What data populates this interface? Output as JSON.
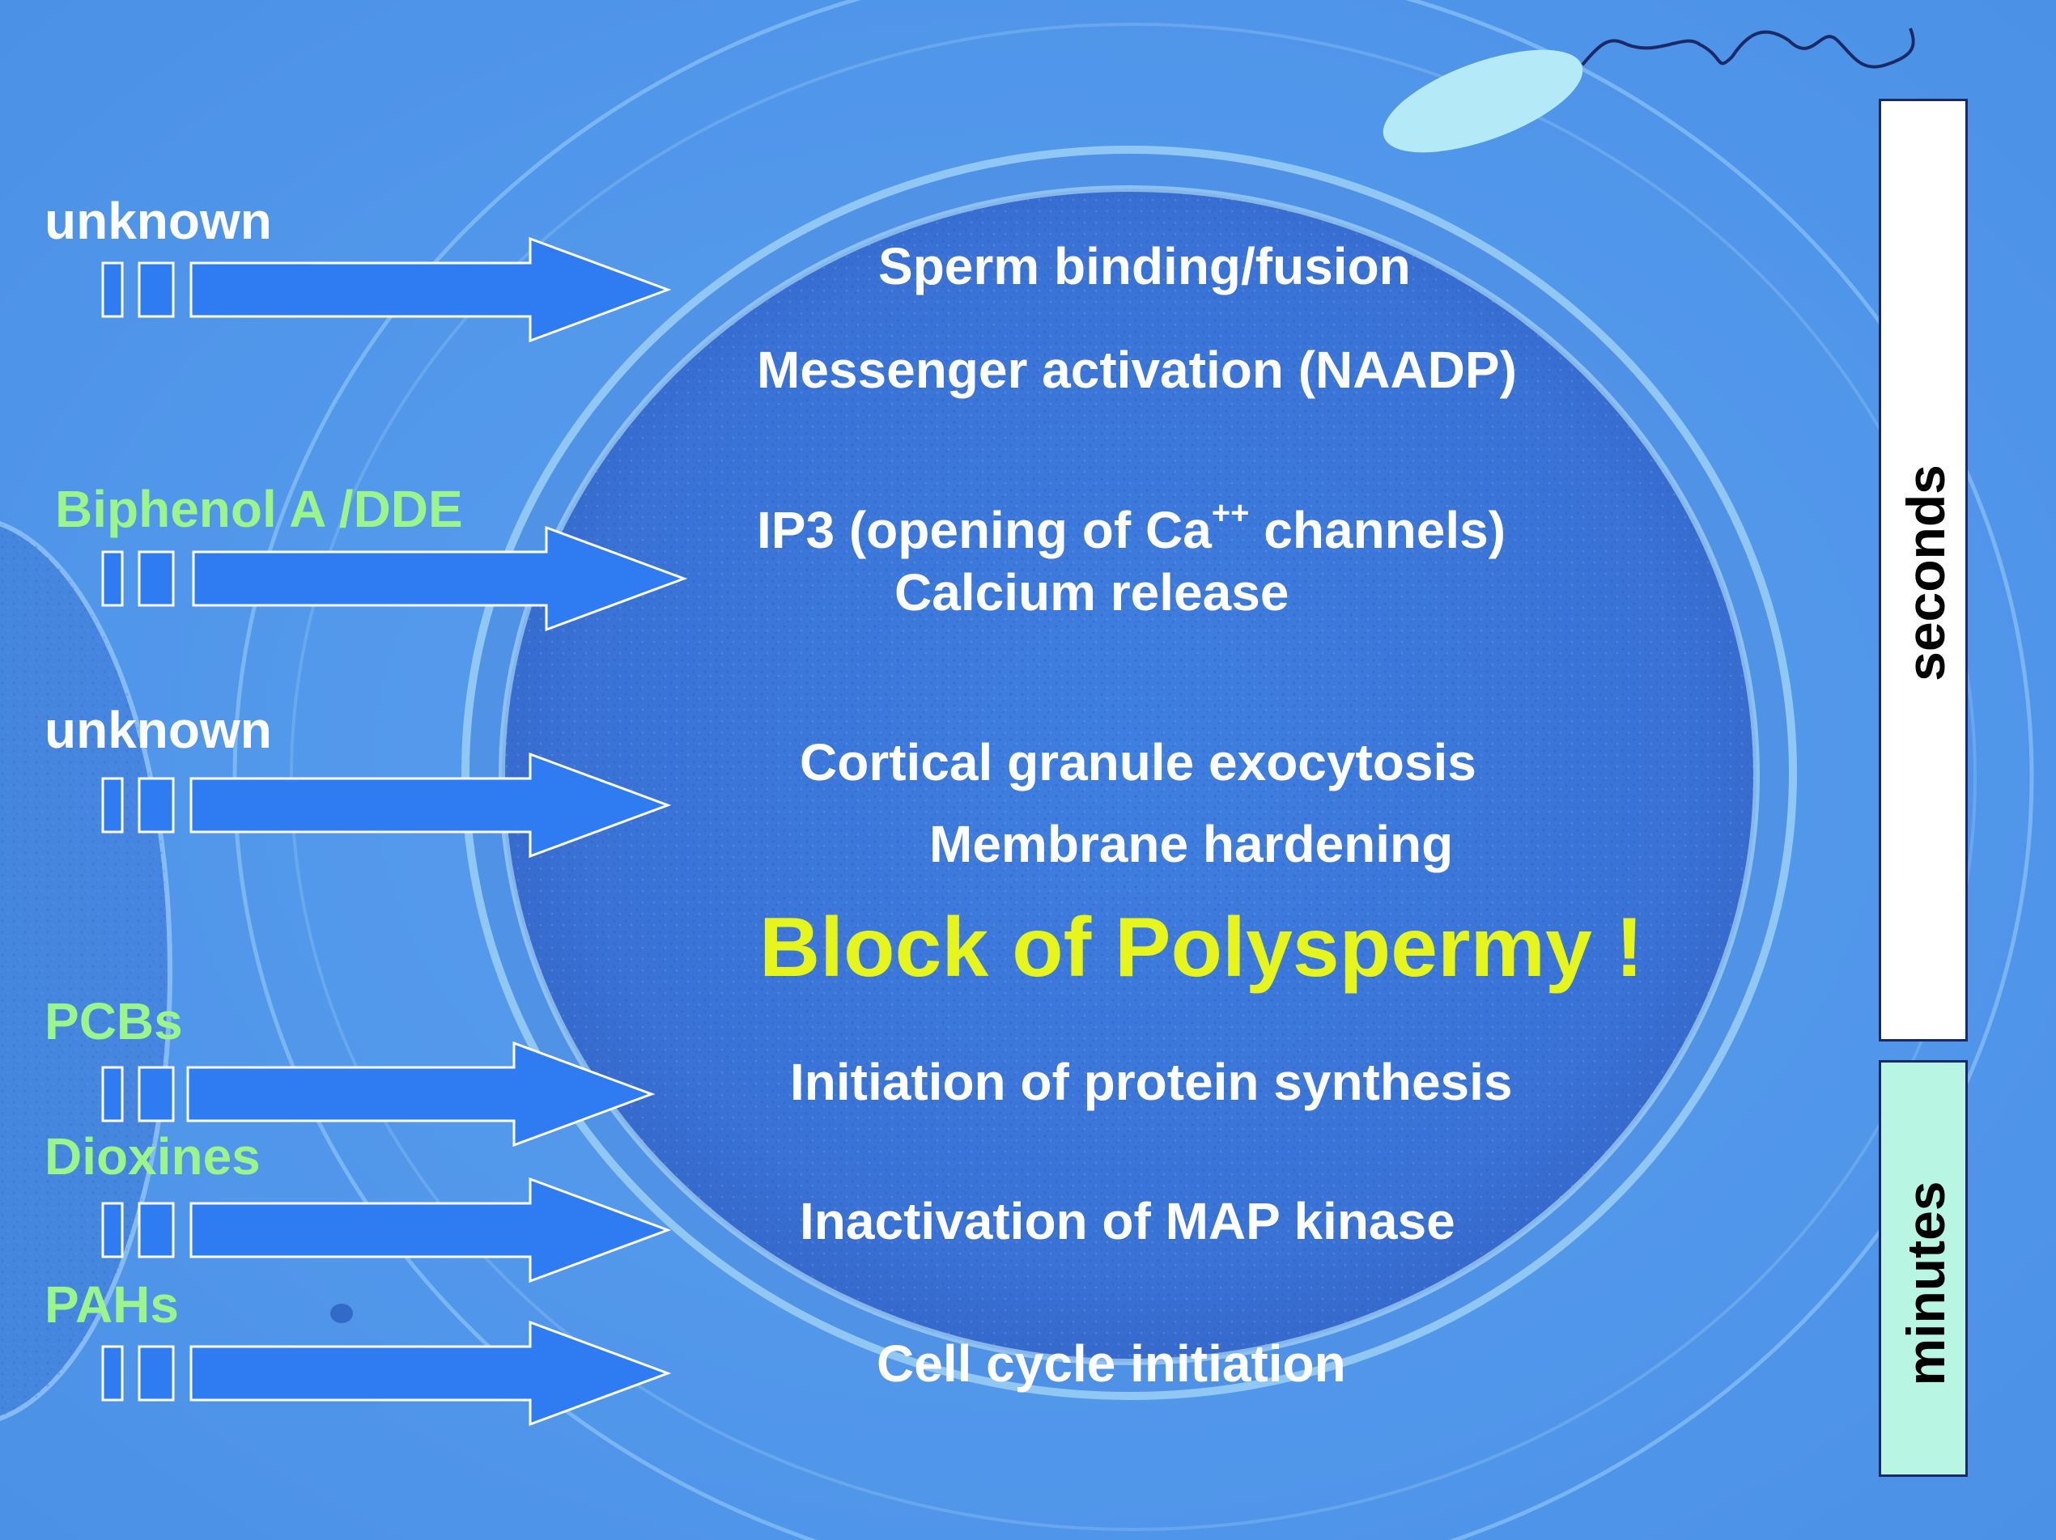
{
  "colors": {
    "background": "#4f97ea",
    "egg": "#3b75d8",
    "arrow_fill": "#2f7bf2",
    "arrow_stroke": "#ffffff",
    "event_text": "#ffffff",
    "agent_unknown": "#ffffff",
    "agent_chemical": "#9cf58a",
    "highlight": "#e6f51c",
    "seconds_bar": "#ffffff",
    "minutes_bar": "#b8f5e2",
    "sperm_head": "#b4eaf8"
  },
  "agents": [
    {
      "text": "unknown",
      "color": "#ffffff"
    },
    {
      "text": "Biphenol A /DDE",
      "color": "#9cf58a"
    },
    {
      "text": "unknown",
      "color": "#ffffff"
    },
    {
      "text": "PCBs",
      "color": "#9cf58a"
    },
    {
      "text": "Dioxines",
      "color": "#9cf58a"
    },
    {
      "text": "PAHs",
      "color": "#9cf58a"
    }
  ],
  "events": {
    "sperm_binding": "Sperm binding/fusion",
    "messenger": "Messenger activation (NAADP)",
    "ip3_prefix": "IP3 (opening of Ca",
    "ip3_superscript": "++",
    "ip3_suffix": " channels)",
    "calcium": "Calcium release",
    "cortical": "Cortical granule exocytosis",
    "membrane": "Membrane hardening",
    "block": "Block of Polyspermy !",
    "protein": "Initiation of protein synthesis",
    "map_kinase": "Inactivation of MAP kinase",
    "cell_cycle": "Cell cycle initiation"
  },
  "timescale": {
    "seconds": "seconds",
    "minutes": "minutes"
  }
}
